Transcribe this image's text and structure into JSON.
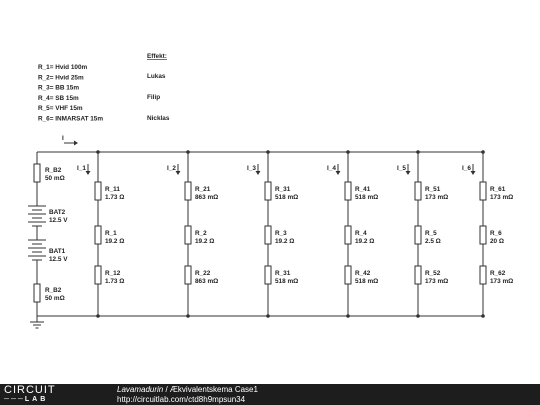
{
  "notes": {
    "heading": "Effekt:",
    "lines": [
      "R_1= Hvid 100m",
      "R_2= Hvid 25m",
      "R_3= BB 15m",
      "R_4= SB 15m",
      "R_5= VHF 15m",
      "R_6= INMARSAT 15m"
    ],
    "names": [
      "Lukas",
      "Filip",
      "Nicklas"
    ]
  },
  "main_current": "I",
  "battery_side": {
    "top_resistor": {
      "name": "R_B2",
      "value": "50 mΩ"
    },
    "battery2": {
      "name": "BAT2",
      "value": "12.5 V"
    },
    "battery1": {
      "name": "BAT1",
      "value": "12.5 V"
    },
    "bottom_resistor": {
      "name": "R_B2",
      "value": "50 mΩ"
    }
  },
  "branches": [
    {
      "current": "I_1",
      "resistors": [
        {
          "name": "R_11",
          "value": "1.73 Ω"
        },
        {
          "name": "R_1",
          "value": "19.2 Ω"
        },
        {
          "name": "R_12",
          "value": "1.73 Ω"
        }
      ]
    },
    {
      "current": "I_2",
      "resistors": [
        {
          "name": "R_21",
          "value": "863 mΩ"
        },
        {
          "name": "R_2",
          "value": "19.2 Ω"
        },
        {
          "name": "R_22",
          "value": "863 mΩ"
        }
      ]
    },
    {
      "current": "I_3",
      "resistors": [
        {
          "name": "R_31",
          "value": "518 mΩ"
        },
        {
          "name": "R_3",
          "value": "19.2 Ω"
        },
        {
          "name": "R_31",
          "value": "518 mΩ"
        }
      ]
    },
    {
      "current": "I_4",
      "resistors": [
        {
          "name": "R_41",
          "value": "518 mΩ"
        },
        {
          "name": "R_4",
          "value": "19.2 Ω"
        },
        {
          "name": "R_42",
          "value": "518 mΩ"
        }
      ]
    },
    {
      "current": "I_5",
      "resistors": [
        {
          "name": "R_51",
          "value": "173 mΩ"
        },
        {
          "name": "R_5",
          "value": "2.5 Ω"
        },
        {
          "name": "R_52",
          "value": "173 mΩ"
        }
      ]
    },
    {
      "current": "I_6",
      "resistors": [
        {
          "name": "R_61",
          "value": "173 mΩ"
        },
        {
          "name": "R_6",
          "value": "20 Ω"
        },
        {
          "name": "R_62",
          "value": "173 mΩ"
        }
      ]
    }
  ],
  "footer": {
    "logo_top": "CIRCUIT",
    "logo_bottom_left": "───",
    "logo_bottom_right": "LAB",
    "author": "Lavamadurin",
    "separator": " / ",
    "title": "Ækvivalentskema Case1",
    "url": "http://circuitlab.com/ctd8h9mpsun34"
  }
}
